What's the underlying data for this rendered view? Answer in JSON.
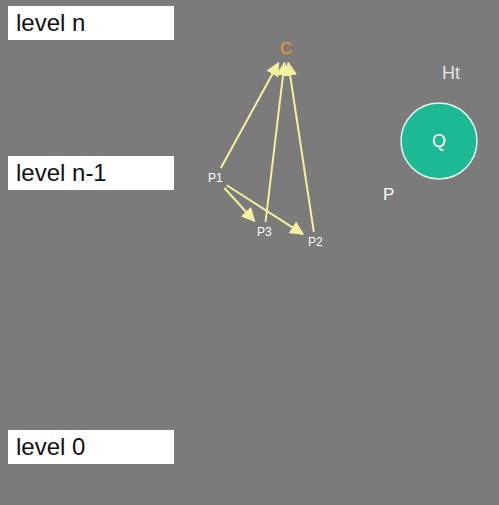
{
  "diagram": {
    "nodes": [
      {
        "text": [
          "C"
        ]
      },
      {
        "text": [
          "P"
        ]
      },
      {
        "text": [
          "P1"
        ],
        "in": 1
      },
      {
        "text": [
          "P3"
        ],
        "in": 1
      },
      {
        "text": [
          "P2"
        ],
        "in": 1
      },
      {
        "text": [
          "Q"
        ]
      }
    ],
    "edges": [
      {
        "from": 2,
        "to": 0,
        "arrow": "to"
      },
      {
        "from": 3,
        "to": 0,
        "arrow": "to"
      },
      {
        "from": 4,
        "to": 0,
        "arrow": "to"
      },
      {
        "from": 2,
        "to": 3,
        "arrow": "to"
      },
      {
        "from": 2,
        "to": 4,
        "arrow": "to"
      }
    ],
    "labels": [
      "level n",
      "level n-1",
      "level 0",
      "Ht"
    ]
  }
}
